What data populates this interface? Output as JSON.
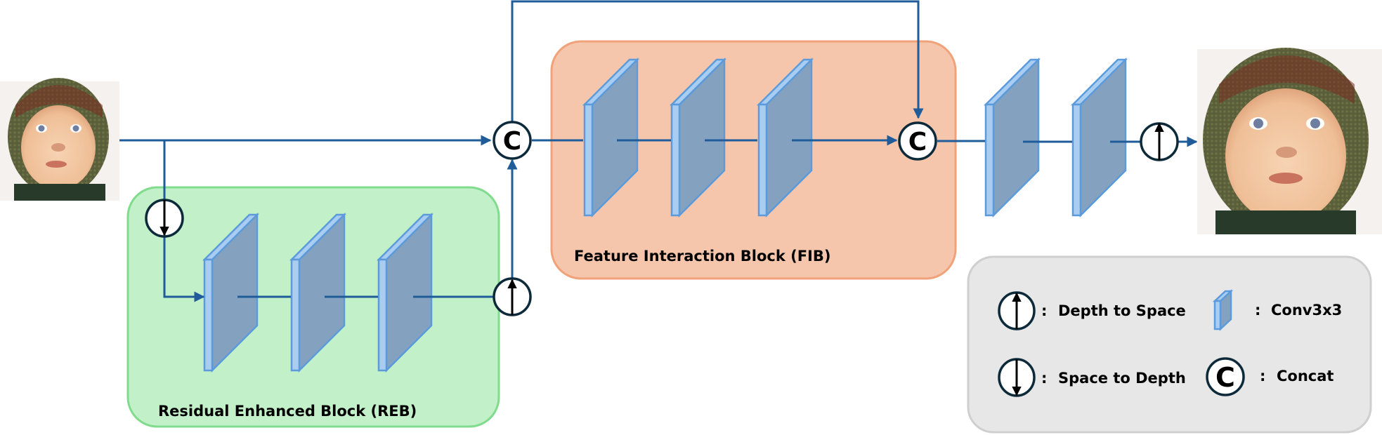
{
  "diagram": {
    "title": "Network architecture with Residual Enhanced Block and Feature Interaction Block",
    "colors": {
      "arrow": "#1f5c99",
      "reb_fill": "#c2f0c8",
      "reb_border": "#80dc8c",
      "fib_fill": "#f6c6ac",
      "fib_border": "#f0a27a",
      "legend_fill": "#e7e7e7",
      "legend_border": "#cfcfcf",
      "conv_face": "#84a2bf",
      "conv_edge": "#a9cdf0",
      "conv_stroke": "#5b9bdb",
      "node_stroke": "#0d2a3a"
    },
    "input_image": {
      "label": "Low-resolution input face image",
      "icon": "baby-face-photo"
    },
    "output_image": {
      "label": "High-resolution output face image",
      "icon": "baby-face-photo"
    },
    "blocks": {
      "reb": {
        "label": "Residual Enhanced Block (REB)",
        "conv_count": 3
      },
      "fib": {
        "label": "Feature Interaction Block (FIB)",
        "conv_count": 3
      },
      "tail": {
        "conv_count": 2
      }
    },
    "nodes": {
      "concat_symbol": "C",
      "space_to_depth": "space-to-depth",
      "depth_to_space": "depth-to-space"
    },
    "legend": {
      "items": [
        {
          "icon": "depth-to-space-icon",
          "sep": ":",
          "label": "Depth to Space"
        },
        {
          "icon": "conv-icon",
          "sep": ":",
          "label": "Conv3x3"
        },
        {
          "icon": "space-to-depth-icon",
          "sep": ":",
          "label": "Space to Depth"
        },
        {
          "icon": "concat-icon",
          "sep": ":",
          "label": "Concat",
          "symbol": "C"
        }
      ]
    }
  }
}
